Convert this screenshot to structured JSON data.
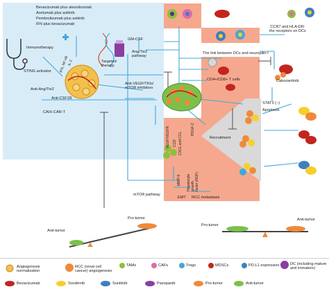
{
  "colors": {
    "light_blue_panel": "#d8ecf8",
    "salmon_region": "#f5a88e",
    "grey_triangle": "#d9d9d9",
    "arrow_blue": "#3fa7dd",
    "inhibit_line": "#4d4d4d",
    "tumor_green": "#7cc04a",
    "tumor_orange": "#f08a3a"
  },
  "left_panel": {
    "therapies": [
      "Bevacizumab plus atezolizumab",
      "Avelumab plus axitinib",
      "Pembrolizumab plus axitinib",
      "IFN plus bevacizumab"
    ],
    "immunotherapy": "Immunotherapy",
    "ifn": "IFN, NF-κB",
    "il2": "IL-2",
    "sting": "STING activator",
    "anti_ang": "Anti-Ang/Tie2",
    "anti_csf": "Anti-CSF1R",
    "caix": "CAIX-CAR-T",
    "stethoscope_icon": "stethoscope-icon"
  },
  "center": {
    "gm_csf": "GM-CSF",
    "ang_tie2_pathway": "Ang/Tie2\npathway",
    "targeted_therapy": "Targeted\ntherapy",
    "anti_vegf": "Anti-VEGF/TKIs/\nmTOR inhibitors",
    "dc_link": "The link between DCs and neuropilin-I",
    "cd4": "CD4+/CD8+ T cells",
    "cabozantinib": "Cabozantinib",
    "stat3": "STAT3 (−)",
    "apoptosis": "Apoptosis",
    "recruitment": "Recruitment",
    "vegf": "VEGF/VEGFR",
    "cxcl": "CXCL and CCL",
    "ccr": "CCR",
    "pdgf": "PDGF-C",
    "mmp9": "MMP-9",
    "hgf": "Hepatocyte\ngrowth\nfactor (HGF)",
    "mtor": "mTOR pathway",
    "emt": "EMT",
    "rcc_meta": "RCC metastasis",
    "ccr7": "CCR7 and HLA-DR:\nthe receptors on DCs"
  },
  "balance": {
    "left_pro": "Pro-tumor",
    "left_anti": "Anti-tumor",
    "right_pro": "Pro-tumor",
    "right_anti": "Anti-tumor"
  },
  "legend": {
    "row1": [
      {
        "icon": "angiogenesis-icon",
        "label": "Angiogenesis\nnormalization"
      },
      {
        "icon": "rcc-cell-icon",
        "label": "RCC (renal cell\ncancer) angiogenesis"
      },
      {
        "icon": "tam-icon",
        "label": "TAMs"
      },
      {
        "icon": "caf-icon",
        "label": "CAFs"
      },
      {
        "icon": "treg-icon",
        "label": "Tregs"
      },
      {
        "icon": "mdsc-icon",
        "label": "MDSCs"
      },
      {
        "icon": "pdl1-icon",
        "label": "PD-L1 expression"
      },
      {
        "icon": "dc-icon",
        "label": "DC (including mature\nand immature)"
      }
    ],
    "row2": [
      {
        "icon": "bevacizumab-icon",
        "label": "Bevacizumab"
      },
      {
        "icon": "sorafenib-icon",
        "label": "Sorafenib"
      },
      {
        "icon": "sunitinib-icon",
        "label": "Sunitinib"
      },
      {
        "icon": "pazopanib-icon",
        "label": "Pazopanib"
      },
      {
        "icon": "pro-tumor-icon",
        "label": "Pro-tumor"
      },
      {
        "icon": "anti-tumor-icon",
        "label": "Anti-tumor"
      }
    ]
  }
}
